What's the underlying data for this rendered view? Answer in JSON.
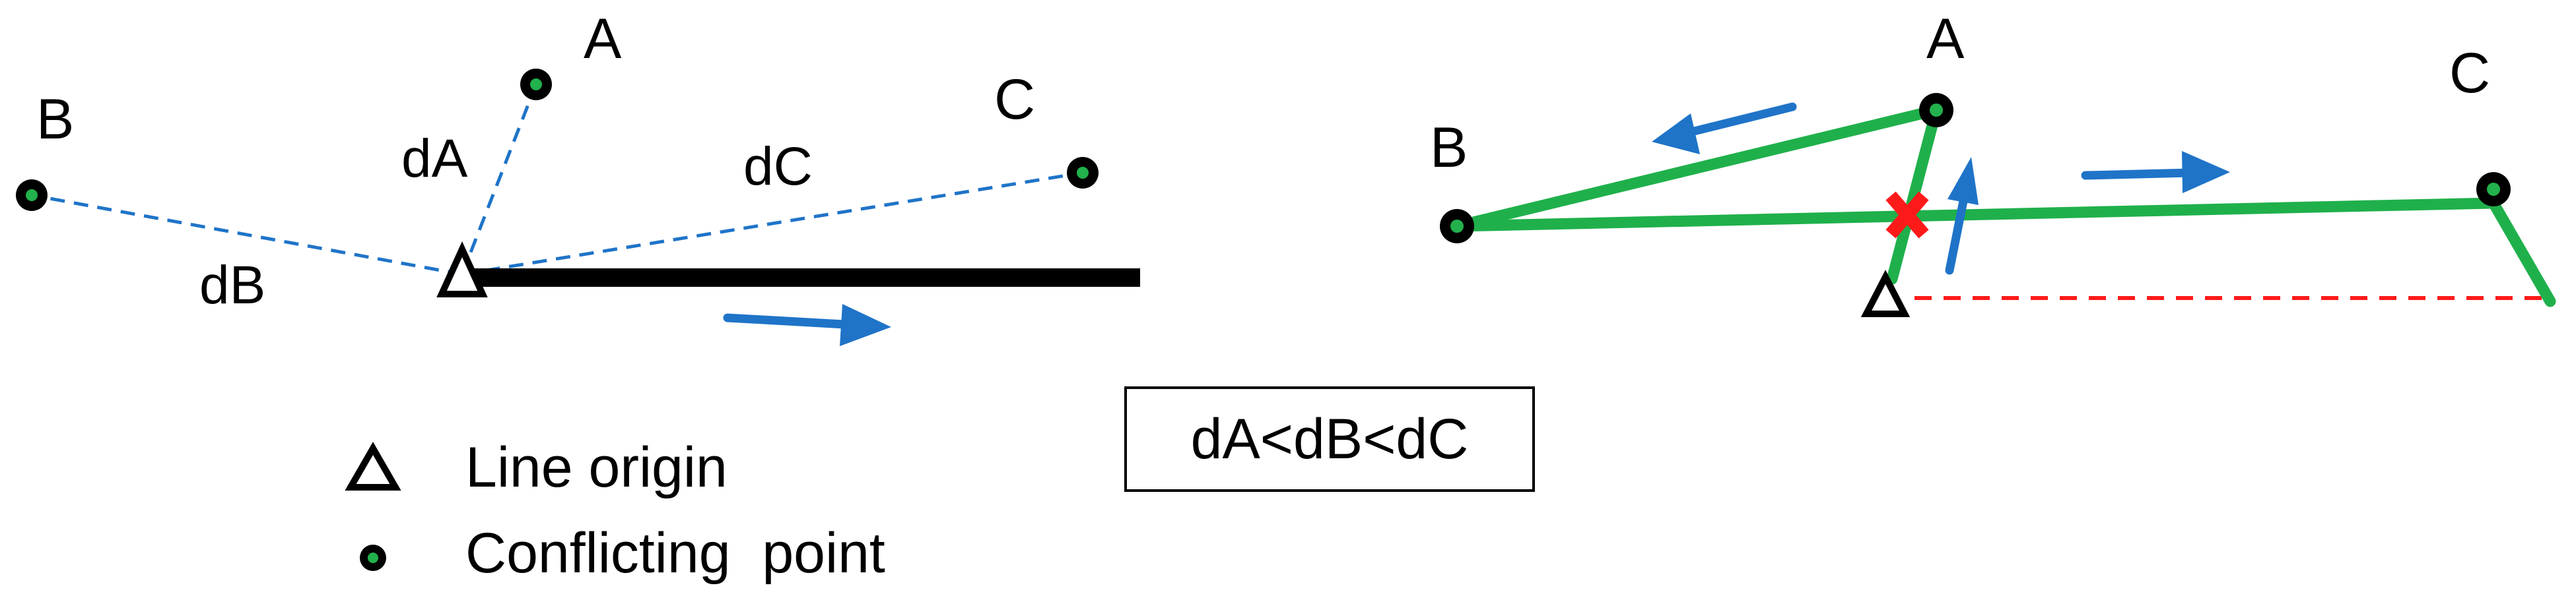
{
  "colors": {
    "ink": "#000000",
    "route_green": "#1fb04b",
    "arrow_blue": "#1f74c8",
    "dashed_blue": "#1f74c8",
    "point_center_green": "#22b14c",
    "conflict_red": "#ff1a1a",
    "dashed_red": "#ff1a1a"
  },
  "left_diagram": {
    "points": {
      "a_label": "A",
      "b_label": "B",
      "c_label": "C"
    },
    "distances": {
      "da_label": "dA",
      "db_label": "dB",
      "dc_label": "dC"
    }
  },
  "right_diagram": {
    "points": {
      "a_label": "A",
      "b_label": "B",
      "c_label": "C"
    },
    "conflict_marker_icon": "red-x-icon"
  },
  "comparison_box": {
    "text": "dA<dB<dC"
  },
  "legend": {
    "line_origin": {
      "icon": "triangle-icon",
      "label": "Line origin"
    },
    "conflicting_point": {
      "icon": "conflict-point-icon",
      "label": "Conflicting  point"
    }
  }
}
